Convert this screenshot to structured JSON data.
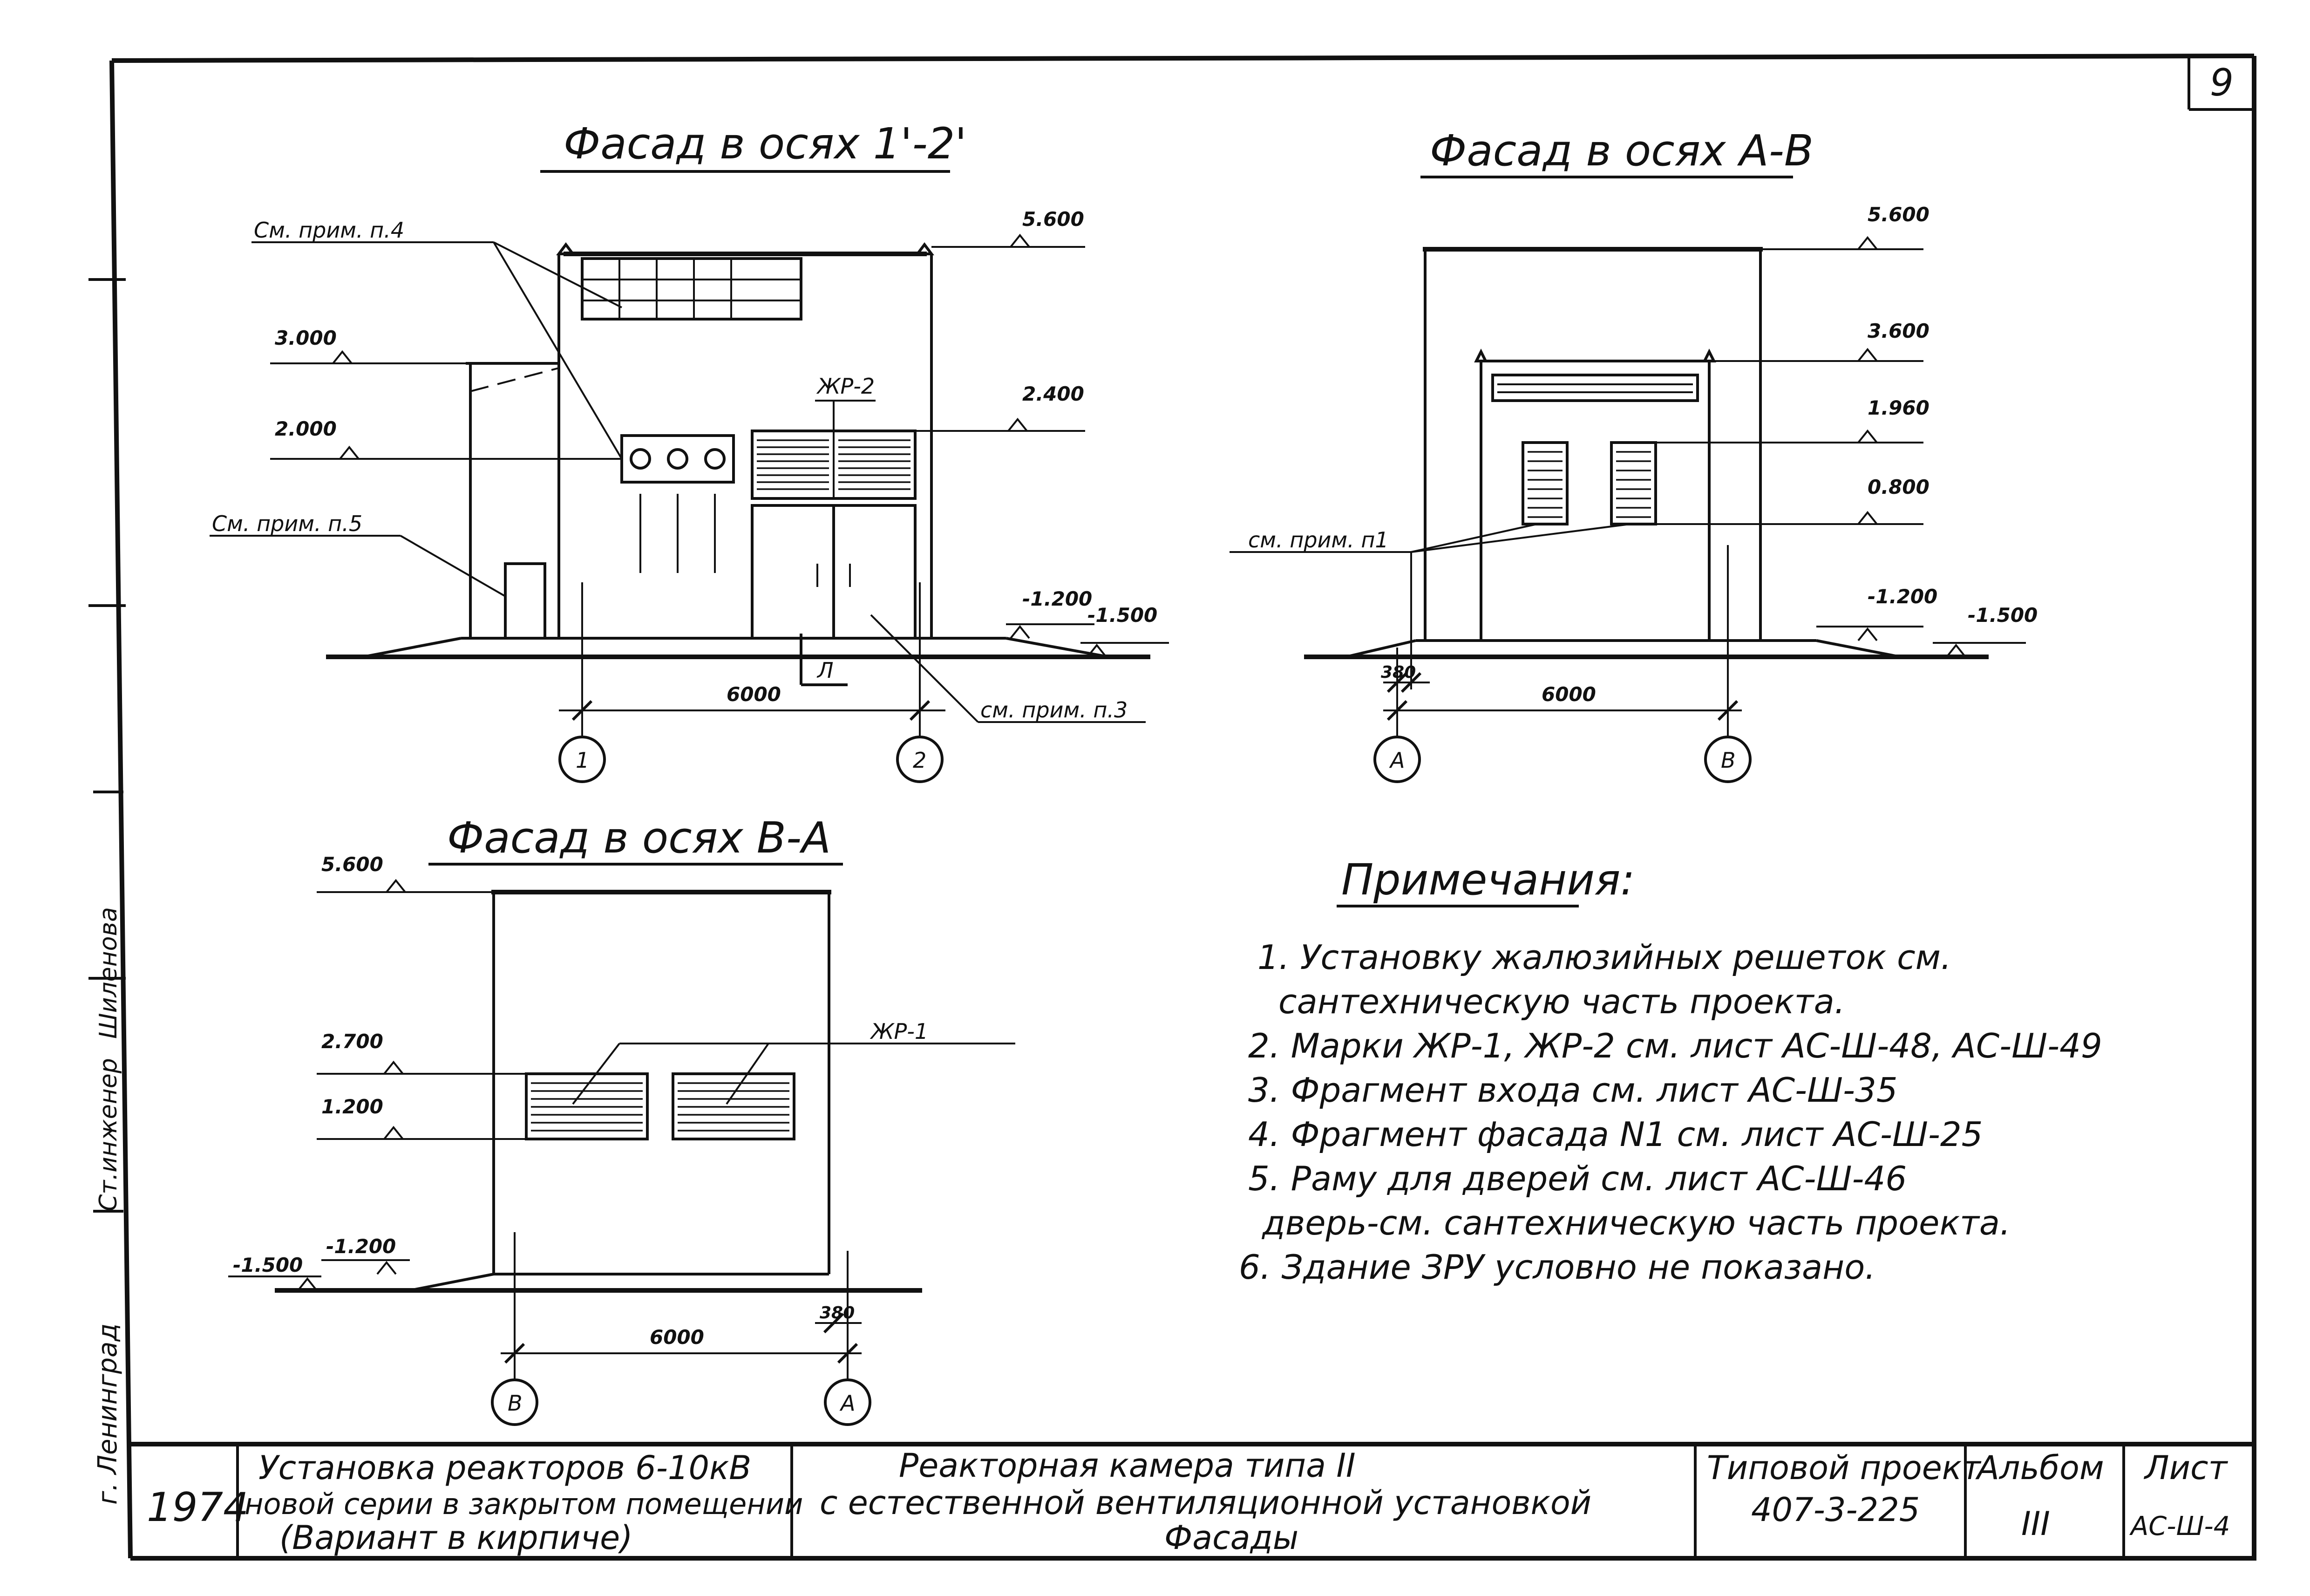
{
  "sheet": {
    "page_number": "9",
    "notes_title": "Примечания:",
    "notes": [
      "1. Установку жалюзийных решеток см.",
      "сантехническую часть проекта.",
      "2. Марки ЖР-1, ЖР-2 см. лист АС-Ш-48, АС-Ш-49",
      "3. Фрагмент входа см. лист АС-Ш-35",
      "4. Фрагмент фасада N1 см. лист АС-Ш-25",
      "5. Раму для дверей см. лист АС-Ш-46",
      "дверь-см. сантехническую часть проекта.",
      "6. Здание ЗРУ условно не показано."
    ]
  },
  "facade_1_2": {
    "title": "Фасад в осях 1'-2'",
    "callouts": {
      "note4": "См. прим. п.4",
      "note5": "См. прим. п.5",
      "note3": "см. прим. п.3",
      "zhr2": "ЖР-2",
      "door_mark": "Л"
    },
    "elevations": {
      "top": "5.600",
      "left_top": "3.000",
      "grille": "2.000",
      "door_top": "2.400",
      "ground": "-1.200",
      "bottom": "-1.500"
    },
    "dimension": "6000",
    "axes": [
      "1",
      "2"
    ]
  },
  "facade_a_v": {
    "title": "Фасад в осях А-В",
    "callouts": {
      "note1": "см. прим. п1"
    },
    "elevations": {
      "top": "5.600",
      "parapet": "3.600",
      "window_top": "1.960",
      "window_bottom": "0.800",
      "ground": "-1.200",
      "bottom": "-1.500"
    },
    "dim_small": "380",
    "dimension": "6000",
    "axes": [
      "А",
      "В"
    ]
  },
  "facade_v_a": {
    "title": "Фасад в осях В-А",
    "callouts": {
      "zhr1": "ЖР-1"
    },
    "elevations": {
      "top": "5.600",
      "grille_top": "2.700",
      "grille_bottom": "1.200",
      "bottom": "-1.500",
      "ground": "-1.200"
    },
    "dim_small": "380",
    "dimension": "6000",
    "axes": [
      "В",
      "А"
    ]
  },
  "title_block": {
    "year": "1974",
    "subject": [
      "Установка реакторов 6-10кВ",
      "новой серии в закрытом помещении",
      "(Вариант в кирпиче)"
    ],
    "drawing": [
      "Реакторная камера типа II",
      "с естественной вентиляционной установкой",
      "Фасады"
    ],
    "project_label": "Типовой проект",
    "project_no": "407-3-225",
    "album_label": "Альбом",
    "album_no": "III",
    "sheet_label": "Лист",
    "sheet_no": "АС-Ш-4"
  },
  "side_stamp": {
    "city": "г. Ленинград",
    "role": "Ст.инженер",
    "name": "Шиленова"
  }
}
